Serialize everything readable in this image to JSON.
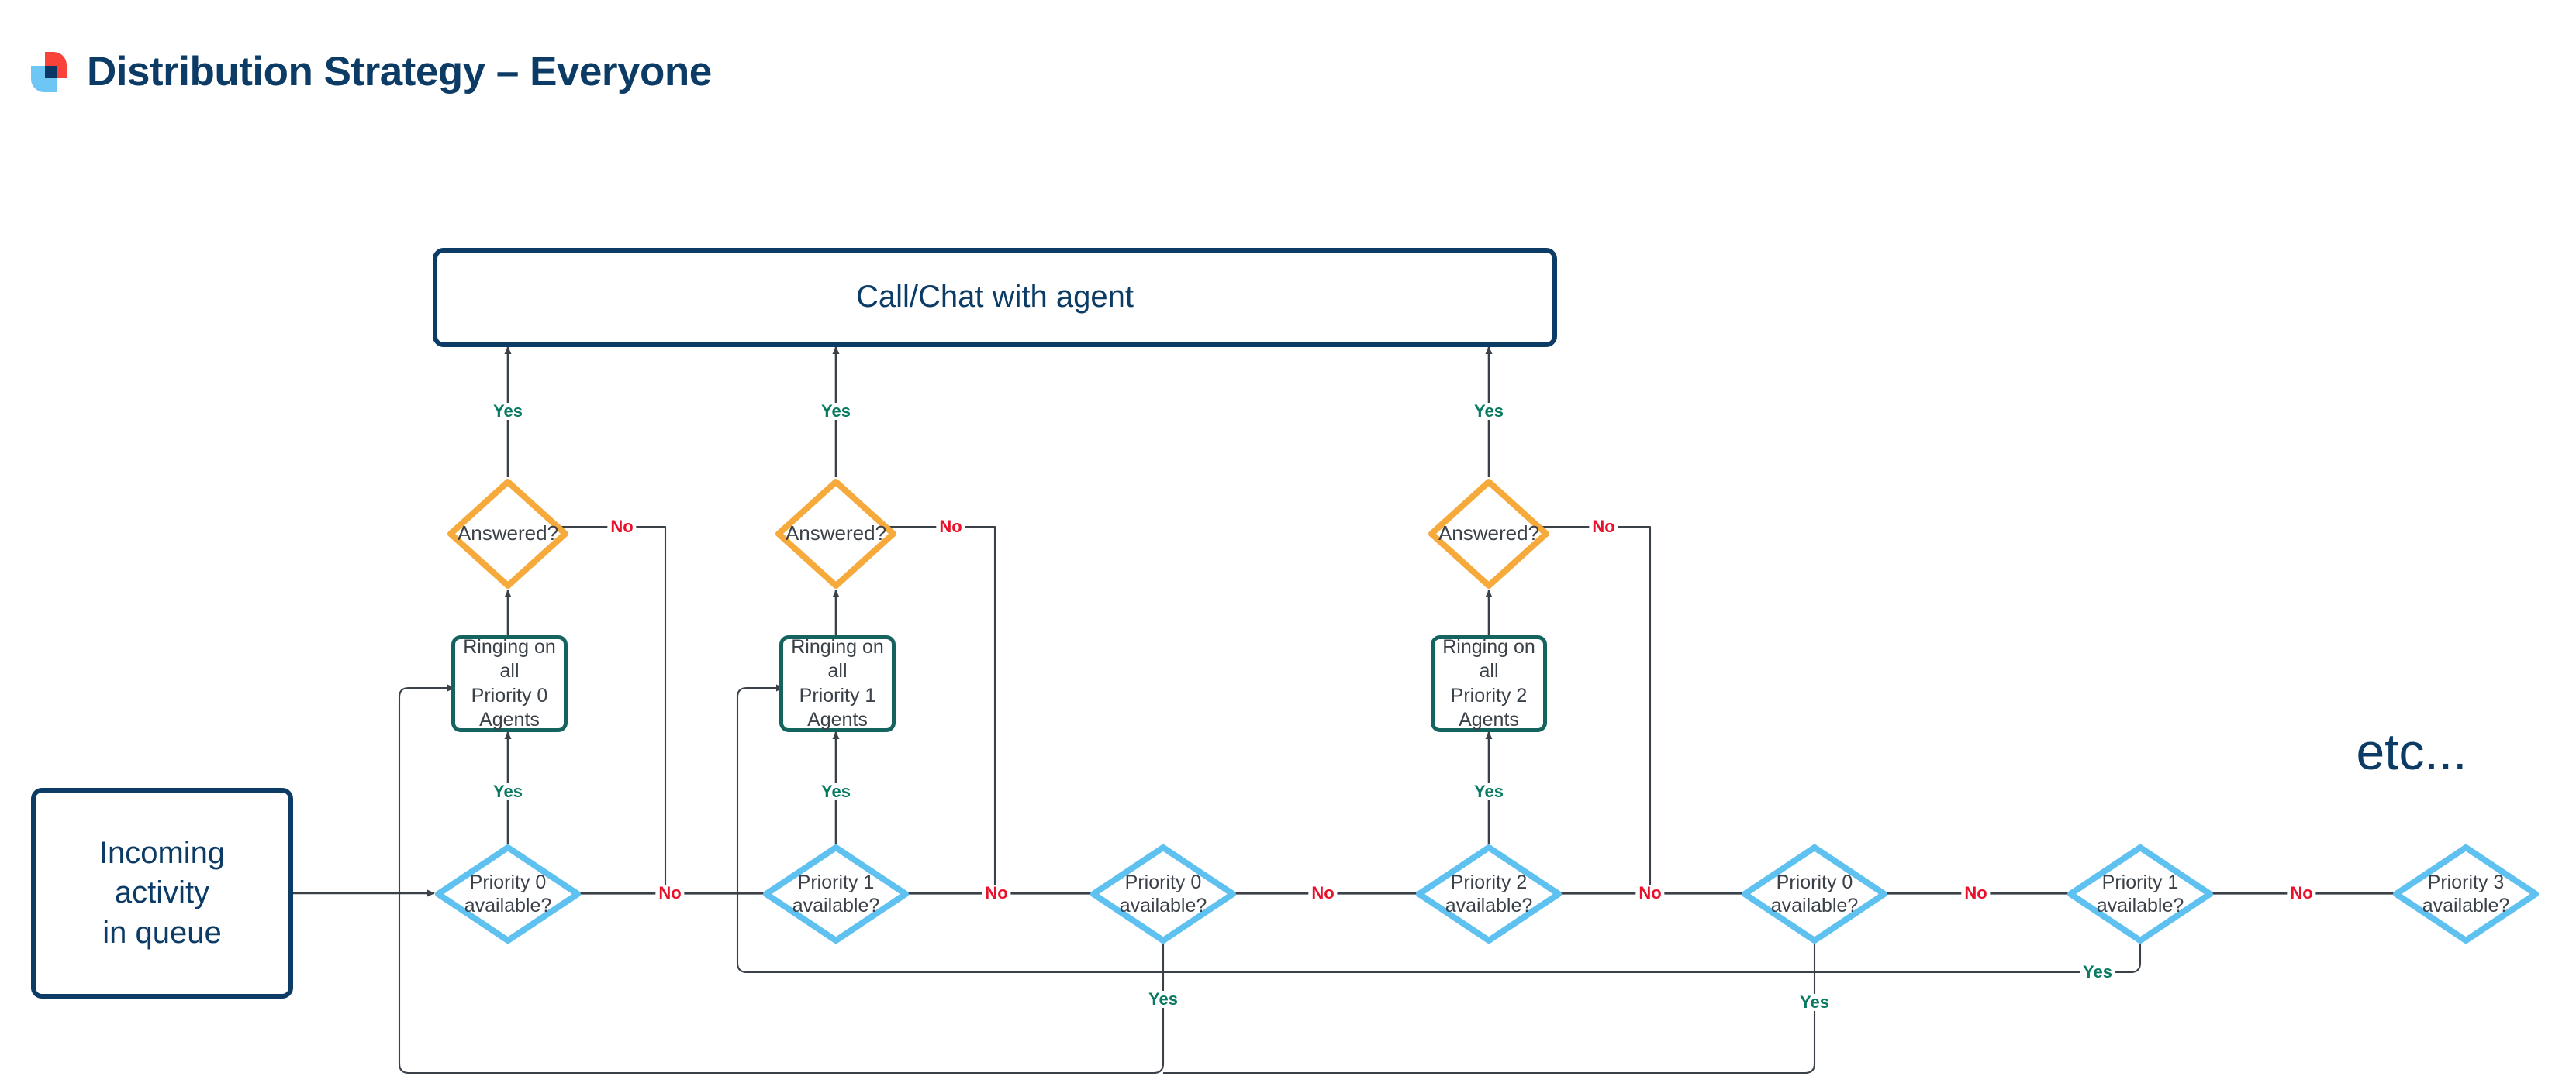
{
  "header": {
    "title": "Distribution Strategy – Everyone",
    "logo_name": "brand-logo"
  },
  "colors": {
    "navy": "#0c3c66",
    "teal": "#14635e",
    "sky": "#5ec1f0",
    "orange": "#f7aa3c",
    "yes_green": "#0a7a62",
    "no_red": "#e8102a",
    "line": "#3b4148",
    "logo_red": "#f9423a",
    "logo_blue": "#6ec6f5"
  },
  "chart_data": {
    "type": "flowchart",
    "title": "Distribution Strategy – Everyone",
    "nodes": [
      {
        "id": "start",
        "shape": "rounded-rect",
        "label": "Incoming\nactivity\nin queue",
        "color": "#0c3c66"
      },
      {
        "id": "connected",
        "shape": "rounded-rect",
        "label": "Call/Chat with agent",
        "color": "#0c3c66"
      },
      {
        "id": "ring0",
        "shape": "rounded-rect",
        "label": "Ringing on all\nPriority 0\nAgents",
        "color": "#14635e"
      },
      {
        "id": "ring1",
        "shape": "rounded-rect",
        "label": "Ringing on all\nPriority 1\nAgents",
        "color": "#14635e"
      },
      {
        "id": "ring2",
        "shape": "rounded-rect",
        "label": "Ringing on all\nPriority 2\nAgents",
        "color": "#14635e"
      },
      {
        "id": "ans0",
        "shape": "diamond",
        "label": "Answered?",
        "color": "#f7aa3c"
      },
      {
        "id": "ans1",
        "shape": "diamond",
        "label": "Answered?",
        "color": "#f7aa3c"
      },
      {
        "id": "ans2",
        "shape": "diamond",
        "label": "Answered?",
        "color": "#f7aa3c"
      },
      {
        "id": "p0a",
        "shape": "diamond",
        "label": "Priority 0\navailable?",
        "color": "#5ec1f0"
      },
      {
        "id": "p1a",
        "shape": "diamond",
        "label": "Priority 1\navailable?",
        "color": "#5ec1f0"
      },
      {
        "id": "p0b",
        "shape": "diamond",
        "label": "Priority 0\navailable?",
        "color": "#5ec1f0"
      },
      {
        "id": "p2a",
        "shape": "diamond",
        "label": "Priority 2\navailable?",
        "color": "#5ec1f0"
      },
      {
        "id": "p0c",
        "shape": "diamond",
        "label": "Priority 0\navailable?",
        "color": "#5ec1f0"
      },
      {
        "id": "p1b",
        "shape": "diamond",
        "label": "Priority 1\navailable?",
        "color": "#5ec1f0"
      },
      {
        "id": "p3a",
        "shape": "diamond",
        "label": "Priority 3\navailable?",
        "color": "#5ec1f0"
      }
    ],
    "edges": [
      {
        "from": "start",
        "to": "p0a",
        "label": ""
      },
      {
        "from": "p0a",
        "to": "ring0",
        "label": "Yes"
      },
      {
        "from": "p0a",
        "to": "p1a",
        "label": "No"
      },
      {
        "from": "ring0",
        "to": "ans0",
        "label": ""
      },
      {
        "from": "ans0",
        "to": "connected",
        "label": "Yes"
      },
      {
        "from": "ans0",
        "to": "p1a",
        "label": "No"
      },
      {
        "from": "p1a",
        "to": "ring1",
        "label": "Yes"
      },
      {
        "from": "p1a",
        "to": "p0b",
        "label": "No"
      },
      {
        "from": "ring1",
        "to": "ans1",
        "label": ""
      },
      {
        "from": "ans1",
        "to": "connected",
        "label": "Yes"
      },
      {
        "from": "ans1",
        "to": "p0b",
        "label": "No"
      },
      {
        "from": "p0b",
        "to": "ring0",
        "label": "Yes"
      },
      {
        "from": "p0b",
        "to": "p2a",
        "label": "No"
      },
      {
        "from": "p2a",
        "to": "ring2",
        "label": "Yes"
      },
      {
        "from": "p2a",
        "to": "p0c",
        "label": "No"
      },
      {
        "from": "ring2",
        "to": "ans2",
        "label": ""
      },
      {
        "from": "ans2",
        "to": "connected",
        "label": "Yes"
      },
      {
        "from": "ans2",
        "to": "p0c",
        "label": "No"
      },
      {
        "from": "p0c",
        "to": "ring0",
        "label": "Yes"
      },
      {
        "from": "p0c",
        "to": "p1b",
        "label": "No"
      },
      {
        "from": "p1b",
        "to": "ring1",
        "label": "Yes"
      },
      {
        "from": "p1b",
        "to": "p3a",
        "label": "No"
      }
    ],
    "annotations": [
      "etc..."
    ]
  },
  "nodes": {
    "start": {
      "label": "Incoming\nactivity\nin queue"
    },
    "connected": {
      "label": "Call/Chat with agent"
    },
    "ring0": {
      "label": "Ringing on all\nPriority 0\nAgents"
    },
    "ring1": {
      "label": "Ringing on all\nPriority 1\nAgents"
    },
    "ring2": {
      "label": "Ringing on all\nPriority 2\nAgents"
    },
    "ans0": {
      "label": "Answered?"
    },
    "ans1": {
      "label": "Answered?"
    },
    "ans2": {
      "label": "Answered?"
    },
    "p0a": {
      "label": "Priority 0\navailable?"
    },
    "p1a": {
      "label": "Priority 1\navailable?"
    },
    "p0b": {
      "label": "Priority 0\navailable?"
    },
    "p2a": {
      "label": "Priority 2\navailable?"
    },
    "p0c": {
      "label": "Priority 0\navailable?"
    },
    "p1b": {
      "label": "Priority 1\navailable?"
    },
    "p3a": {
      "label": "Priority 3\navailable?"
    },
    "etc": {
      "label": "etc..."
    }
  },
  "labels": {
    "yes": "Yes",
    "no": "No",
    "yes_ans0": "Yes",
    "yes_ans1": "Yes",
    "yes_ans2": "Yes",
    "yes_p0a": "Yes",
    "yes_p1a": "Yes",
    "yes_p2a": "Yes",
    "yes_p0b": "Yes",
    "yes_p0c": "Yes",
    "yes_p1b": "Yes",
    "no_ans0": "No",
    "no_ans1": "No",
    "no_ans2": "No",
    "no_p0a": "No",
    "no_p1a": "No",
    "no_p0b": "No",
    "no_p2a": "No",
    "no_p0c": "No",
    "no_p1b": "No"
  }
}
